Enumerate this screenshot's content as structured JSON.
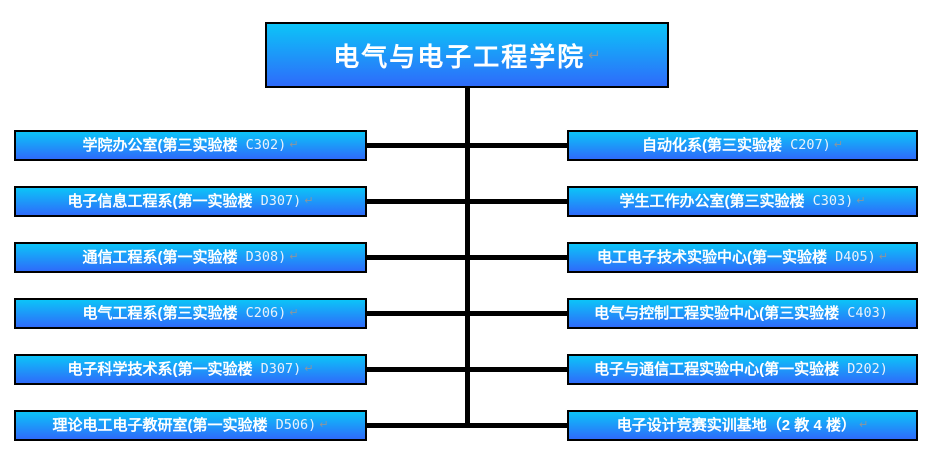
{
  "root": {
    "main": "电气与电子工程学院",
    "code": "",
    "mark": "↵"
  },
  "left": [
    {
      "main": "学院办公室(第三实验楼",
      "code": " C302)",
      "mark": "↵"
    },
    {
      "main": "电子信息工程系(第一实验楼",
      "code": " D307)",
      "mark": "↵"
    },
    {
      "main": "通信工程系(第一实验楼",
      "code": " D308)",
      "mark": "↵"
    },
    {
      "main": "电气工程系(第三实验楼",
      "code": " C206)",
      "mark": "↵"
    },
    {
      "main": "电子科学技术系(第一实验楼",
      "code": " D307)",
      "mark": "↵"
    },
    {
      "main": "理论电工电子教研室(第一实验楼",
      "code": " D506)",
      "mark": "↵"
    }
  ],
  "right": [
    {
      "main": "自动化系(第三实验楼",
      "code": " C207)",
      "mark": "↵"
    },
    {
      "main": "学生工作办公室(第三实验楼",
      "code": " C303)",
      "mark": "↵"
    },
    {
      "main": "电工电子技术实验中心(第一实验楼",
      "code": " D405)",
      "mark": "↵"
    },
    {
      "main": "电气与控制工程实验中心(第三实验楼",
      "code": " C403)",
      "mark": ""
    },
    {
      "main": "电子与通信工程实验中心(第一实验楼",
      "code": " D202)",
      "mark": ""
    },
    {
      "main": "电子设计竞赛实训基地（2 教 4 楼）",
      "code": "",
      "mark": "↵"
    }
  ],
  "colors": {
    "box_gradient_top": "#0cc4f8",
    "box_gradient_bottom": "#2e6bfa",
    "box_border": "#000000",
    "connector": "#000000",
    "label_text": "#ffffff",
    "room_code_text": "#e9f1fb",
    "paragraph_mark": "#8e959c"
  }
}
